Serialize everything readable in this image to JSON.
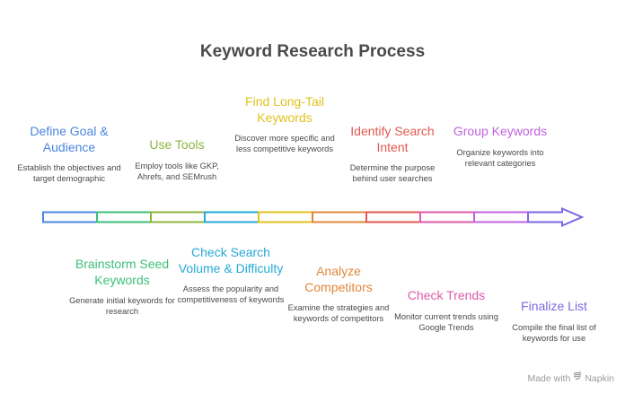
{
  "title": "Keyword Research Process",
  "steps": [
    {
      "title": "Define Goal & Audience",
      "description": "Establish the objectives and target demographic",
      "color": "#4a86de",
      "position": "above"
    },
    {
      "title": "Brainstorm Seed Keywords",
      "description": "Generate initial keywords for research",
      "color": "#3dbf7a",
      "position": "below"
    },
    {
      "title": "Use Tools",
      "description": "Employ tools like GKP, Ahrefs, and SEMrush",
      "color": "#8db53c",
      "position": "above"
    },
    {
      "title": "Check Search Volume & Difficulty",
      "description": "Assess the popularity and competitiveness of keywords",
      "color": "#25a9d6",
      "position": "below"
    },
    {
      "title": "Find Long-Tail Keywords",
      "description": "Discover more specific and less competitive keywords",
      "color": "#e0c21c",
      "position": "above"
    },
    {
      "title": "Analyze Competitors",
      "description": "Examine the strategies and keywords of competitors",
      "color": "#e0873a",
      "position": "below"
    },
    {
      "title": "Identify Search Intent",
      "description": "Determine the purpose behind user searches",
      "color": "#e05a52",
      "position": "above"
    },
    {
      "title": "Check Trends",
      "description": "Monitor current trends using Google Trends",
      "color": "#dd5aa8",
      "position": "below"
    },
    {
      "title": "Group Keywords",
      "description": "Organize keywords into relevant categories",
      "color": "#c062e0",
      "position": "above"
    },
    {
      "title": "Finalize List",
      "description": "Compile the final list of keywords for use",
      "color": "#7a6ae0",
      "position": "below"
    }
  ],
  "footer": {
    "prefix": "Made with",
    "brand": "Napkin"
  }
}
